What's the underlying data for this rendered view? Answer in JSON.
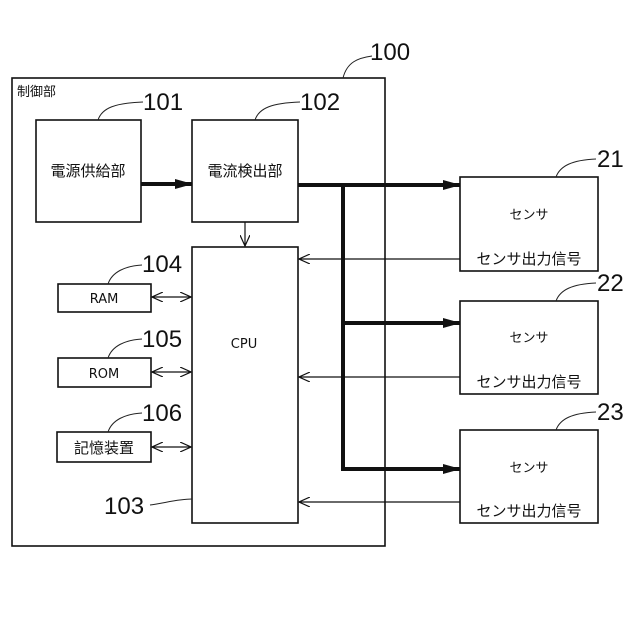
{
  "diagram": {
    "control_unit": {
      "label": "制御部",
      "ref": "100"
    },
    "power_supply": {
      "label": "電源供給部",
      "ref": "101"
    },
    "current_detector": {
      "label": "電流検出部",
      "ref": "102"
    },
    "cpu": {
      "label": "CPU",
      "ref": "103"
    },
    "ram": {
      "label": "RAM",
      "ref": "104"
    },
    "rom": {
      "label": "ROM",
      "ref": "105"
    },
    "storage": {
      "label": "記憶装置",
      "ref": "106"
    },
    "sensors": [
      {
        "label": "センサ",
        "output_label": "センサ出力信号",
        "ref": "21"
      },
      {
        "label": "センサ",
        "output_label": "センサ出力信号",
        "ref": "22"
      },
      {
        "label": "センサ",
        "output_label": "センサ出力信号",
        "ref": "23"
      }
    ]
  }
}
